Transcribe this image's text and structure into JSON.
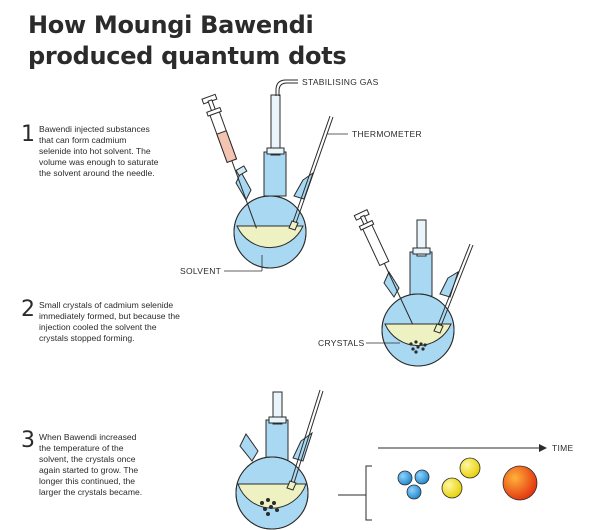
{
  "title": {
    "line1": "How Moungi Bawendi",
    "line2": "produced quantum dots"
  },
  "steps": [
    {
      "number": "1",
      "text": [
        "Bawendi injected substances",
        "that can form cadmium",
        "selenide into hot solvent. The",
        "volume was enough to saturate",
        "the solvent around the needle."
      ]
    },
    {
      "number": "2",
      "text": [
        "Small crystals of cadmium selenide",
        "immediately formed, but because the",
        "injection cooled the solvent the",
        "crystals stopped forming."
      ]
    },
    {
      "number": "3",
      "text": [
        "When Bawendi increased",
        "the temperature of the",
        "solvent, the crystals once",
        "again started to grow. The",
        "longer this continued, the",
        "larger the crystals became."
      ]
    }
  ],
  "labels": {
    "stabilising_gas": "STABILISING GAS",
    "thermometer": "THERMOMETER",
    "solvent": "SOLVENT",
    "crystals": "CRYSTALS",
    "time": "TIME"
  },
  "colors": {
    "glass": "#a9d9f2",
    "glass_outline": "#2b2b2b",
    "solvent": "#eef1c2",
    "syringe_liquid": "#f3c4b1",
    "dot_blue": "#2d9de0",
    "dot_yellow": "#f3e21e",
    "dot_red": "#ea3a1e"
  }
}
